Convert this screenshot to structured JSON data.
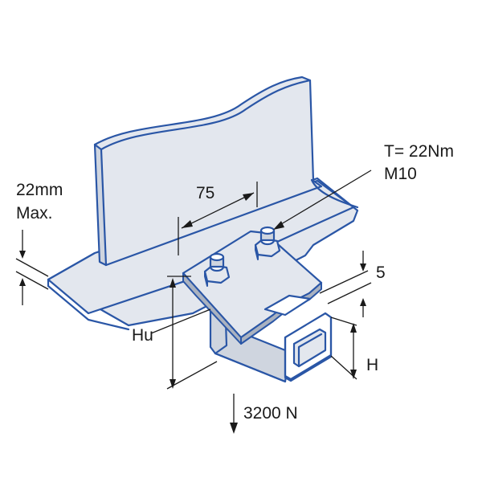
{
  "labels": {
    "flange_thickness": "22mm",
    "flange_thickness_note": "Max.",
    "width": "75",
    "torque": "T= 22Nm",
    "bolt": "M10",
    "gap": "5",
    "height_overall": "Hu",
    "height_channel": "H",
    "load": "3200 N"
  },
  "colors": {
    "outline": "#2a56a6",
    "dimension": "#1a1a1a",
    "surface": "#e3e7ee"
  }
}
